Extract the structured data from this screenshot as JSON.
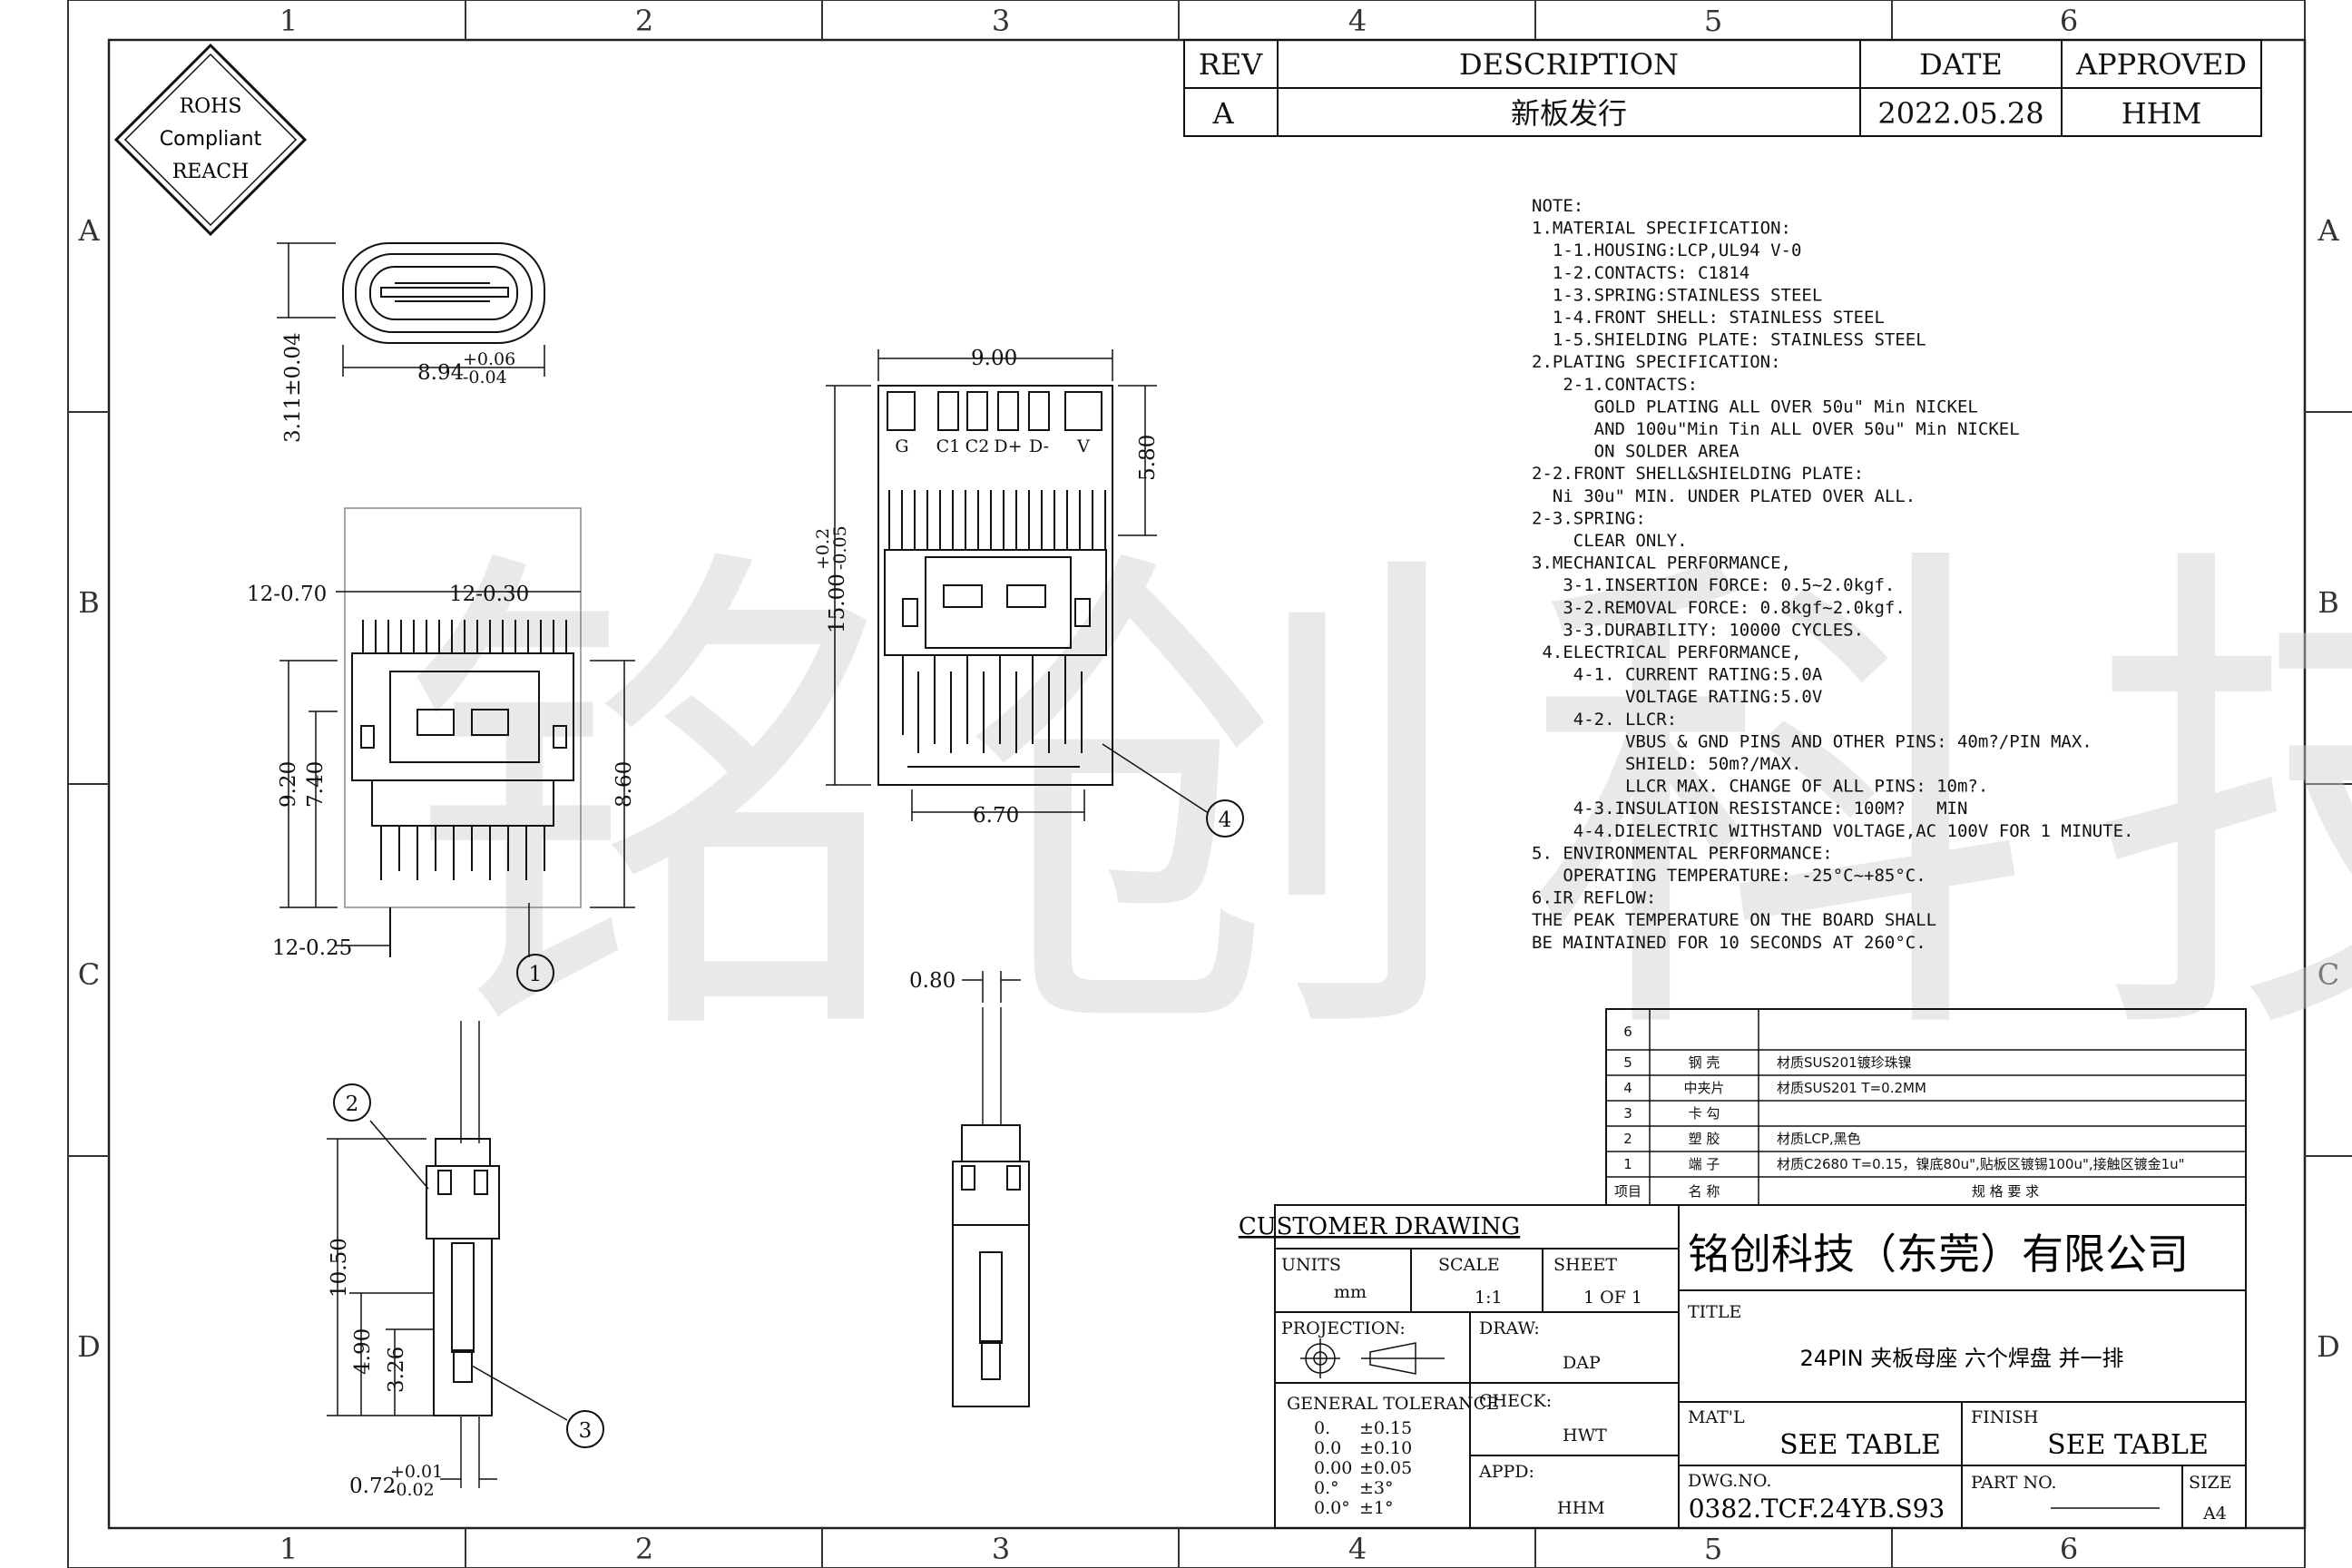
{
  "frame": {
    "columns": [
      "1",
      "2",
      "3",
      "4",
      "5",
      "6"
    ],
    "rows": [
      "A",
      "B",
      "C",
      "D"
    ]
  },
  "badge": {
    "line1": "ROHS",
    "line2": "Compliant",
    "line3": "REACH"
  },
  "watermark": "铭创科技",
  "revision": {
    "headers": {
      "rev": "REV",
      "description": "DESCRIPTION",
      "date": "DATE",
      "approved": "APPROVED"
    },
    "row": {
      "rev": "A",
      "description": "新板发行",
      "date": "2022.05.28",
      "approved": "HHM"
    }
  },
  "notes": [
    "NOTE:",
    "1.MATERIAL SPECIFICATION:",
    "  1-1.HOUSING:LCP,UL94 V-0",
    "  1-2.CONTACTS: C1814",
    "  1-3.SPRING:STAINLESS STEEL",
    "  1-4.FRONT SHELL: STAINLESS STEEL",
    "  1-5.SHIELDING PLATE: STAINLESS STEEL",
    "2.PLATING SPECIFICATION:",
    "   2-1.CONTACTS:",
    "      GOLD PLATING ALL OVER 50u\" Min NICKEL",
    "      AND 100u\"Min Tin ALL OVER 50u\" Min NICKEL",
    "      ON SOLDER AREA",
    "2-2.FRONT SHELL&SHIELDING PLATE:",
    "  Ni 30u\" MIN. UNDER PLATED OVER ALL.",
    "2-3.SPRING:",
    "    CLEAR ONLY.",
    "3.MECHANICAL PERFORMANCE,",
    "   3-1.INSERTION FORCE: 0.5~2.0kgf.",
    "   3-2.REMOVAL FORCE: 0.8kgf~2.0kgf.",
    "   3-3.DURABILITY: 10000 CYCLES.",
    " 4.ELECTRICAL PERFORMANCE,",
    "    4-1. CURRENT RATING:5.0A",
    "         VOLTAGE RATING:5.0V",
    "    4-2. LLCR:",
    "         VBUS & GND PINS AND OTHER PINS: 40m?/PIN MAX.",
    "         SHIELD: 50m?/MAX.",
    "         LLCR MAX. CHANGE OF ALL PINS: 10m?.",
    "    4-3.INSULATION RESISTANCE: 100M?   MIN",
    "    4-4.DIELECTRIC WITHSTAND VOLTAGE,AC 100V FOR 1 MINUTE.",
    "5. ENVIRONMENTAL PERFORMANCE:",
    "   OPERATING TEMPERATURE: -25°C~+85°C.",
    "6.IR REFLOW:",
    "THE PEAK TEMPERATURE ON THE BOARD SHALL",
    "BE MAINTAINED FOR 10 SECONDS AT 260°C."
  ],
  "dimensions": {
    "d_8_94": "8.94",
    "d_8_94_tol_up": "+0.06",
    "d_8_94_tol_dn": "-0.04",
    "d_3_11": "3.11±0.04",
    "d_12_070": "12-0.70",
    "d_12_030": "12-0.30",
    "d_9_20": "9.20",
    "d_7_40": "7.40",
    "d_8_60": "8.60",
    "d_12_025": "12-0.25",
    "d_9_00": "9.00",
    "d_5_80": "5.80",
    "d_15_00": "15.00",
    "d_15_00_tol_up": "+0.2",
    "d_15_00_tol_dn": "-0.05",
    "d_6_70": "6.70",
    "d_0_80": "0.80",
    "d_10_50": "10.50",
    "d_4_90": "4.90",
    "d_3_26": "3.26",
    "d_0_72": "0.72",
    "d_0_72_tol_up": "+0.01",
    "d_0_72_tol_dn": "-0.02"
  },
  "pin_labels": [
    "G",
    "C1",
    "C2",
    "D+",
    "D-",
    "V"
  ],
  "callouts": [
    "1",
    "2",
    "3",
    "4"
  ],
  "bom": {
    "rows": [
      {
        "no": "6",
        "name": "",
        "spec": ""
      },
      {
        "no": "5",
        "name": "钢 壳",
        "spec": "材质SUS201镀珍珠镍"
      },
      {
        "no": "4",
        "name": "中夹片",
        "spec": "材质SUS201 T=0.2MM"
      },
      {
        "no": "3",
        "name": "卡 勾",
        "spec": ""
      },
      {
        "no": "2",
        "name": "塑 胶",
        "spec": "材质LCP,黑色"
      },
      {
        "no": "1",
        "name": "端 子",
        "spec": "材质C2680 T=0.15，镍底80u\",贴板区镀锡100u\",接触区镀金1u\""
      }
    ],
    "header": {
      "no": "项目",
      "name": "名 称",
      "spec": "规 格 要 求"
    }
  },
  "title_block": {
    "customer_drawing": "CUSTOMER DRAWING",
    "units_label": "UNITS",
    "units_value": "mm",
    "scale_label": "SCALE",
    "scale_value": "1:1",
    "sheet_label": "SHEET",
    "sheet_value": "1 OF 1",
    "projection_label": "PROJECTION:",
    "draw_label": "DRAW:",
    "draw_value": "DAP",
    "check_label": "CHECK:",
    "check_value": "HWT",
    "appd_label": "APPD:",
    "appd_value": "HHM",
    "tolerance_label": "GENERAL TOLERANCE",
    "tolerances": [
      {
        "a": "0.",
        "b": "±0.15"
      },
      {
        "a": "0.0",
        "b": "±0.10"
      },
      {
        "a": "0.00",
        "b": "±0.05"
      },
      {
        "a": "0.°",
        "b": "±3°"
      },
      {
        "a": "0.0°",
        "b": "±1°"
      }
    ],
    "company": "铭创科技（东莞）有限公司",
    "title_label": "TITLE",
    "title_value": "24PIN 夹板母座 六个焊盘 并一排",
    "matl_label": "MAT'L",
    "matl_value": "SEE TABLE",
    "finish_label": "FINISH",
    "finish_value": "SEE TABLE",
    "dwg_label": "DWG.NO.",
    "dwg_value": "0382.TCF.24YB.S93",
    "part_label": "PART NO.",
    "size_label": "SIZE",
    "size_value": "A4"
  }
}
